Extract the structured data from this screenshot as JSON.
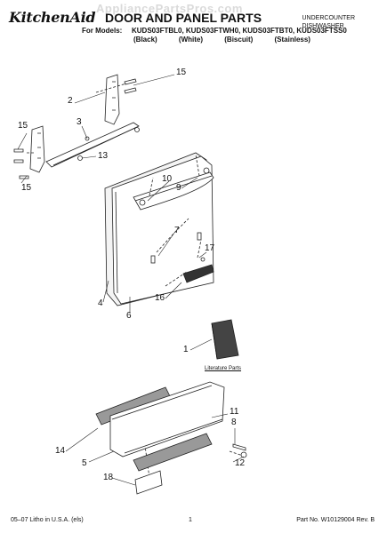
{
  "header": {
    "brand": "KitchenAid",
    "title": "DOOR AND PANEL PARTS",
    "models_label": "For Models:",
    "models": "KUDS03FTBL0, KUDS03FTWH0, KUDS03FTBT0, KUDS03FTSS0",
    "variants": [
      "(Black)",
      "(White)",
      "(Biscuit)",
      "(Stainless)"
    ],
    "category_line1": "UNDERCOUNTER",
    "category_line2": "DISHWASHER",
    "watermark": "AppliancePartsPros.com"
  },
  "callouts": [
    "15",
    "2",
    "3",
    "15",
    "13",
    "15",
    "10",
    "9",
    "7",
    "17",
    "4",
    "6",
    "16",
    "1",
    "11",
    "8",
    "14",
    "5",
    "18",
    "12"
  ],
  "literature_label": "Literature Parts",
  "footer": {
    "left": "05–07 Litho in U.S.A. (els)",
    "page": "1",
    "right": "Part No. W10129004 Rev. B"
  }
}
